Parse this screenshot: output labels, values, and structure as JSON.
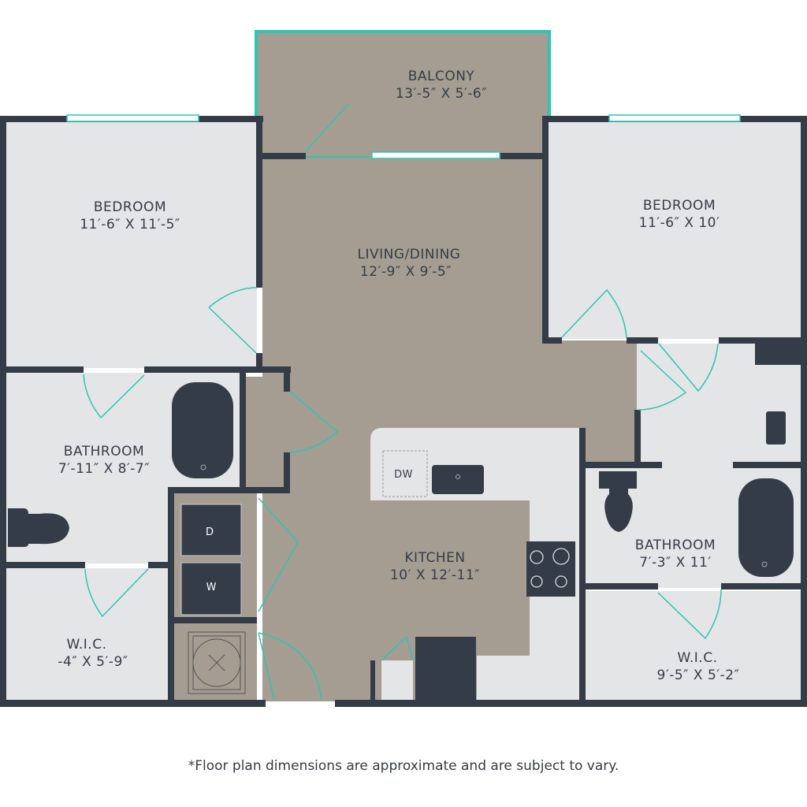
{
  "rooms": {
    "balcony": {
      "name": "BALCONY",
      "dims": "13′-5″ X 5′-6″"
    },
    "bedroom_left": {
      "name": "BEDROOM",
      "dims": "11′-6″ X 11′-5″"
    },
    "living": {
      "name": "LIVING/DINING",
      "dims": "12′-9″ X 9′-5″"
    },
    "bedroom_right": {
      "name": "BEDROOM",
      "dims": "11′-6″ X 10′"
    },
    "bathroom_left": {
      "name": "BATHROOM",
      "dims": "7′-11″ X 8′-7″"
    },
    "wic_left": {
      "name": "W.I.C.",
      "dims": "-4″ X 5′-9″"
    },
    "kitchen": {
      "name": "KITCHEN",
      "dims": "10′ X 12′-11″"
    },
    "bathroom_right": {
      "name": "BATHROOM",
      "dims": "7′-3″ X 11′"
    },
    "wic_right": {
      "name": "W.I.C.",
      "dims": "9′-5″ X 5′-2″"
    }
  },
  "appliances": {
    "dishwasher": "DW",
    "dryer": "D",
    "washer": "W"
  },
  "footnote": "*Floor plan dimensions are approximate and are subject to vary.",
  "colors": {
    "wall": "#333c47",
    "floor": "#e4e5e7",
    "living_floor": "#a59d92",
    "accent": "#2ec4b6"
  }
}
